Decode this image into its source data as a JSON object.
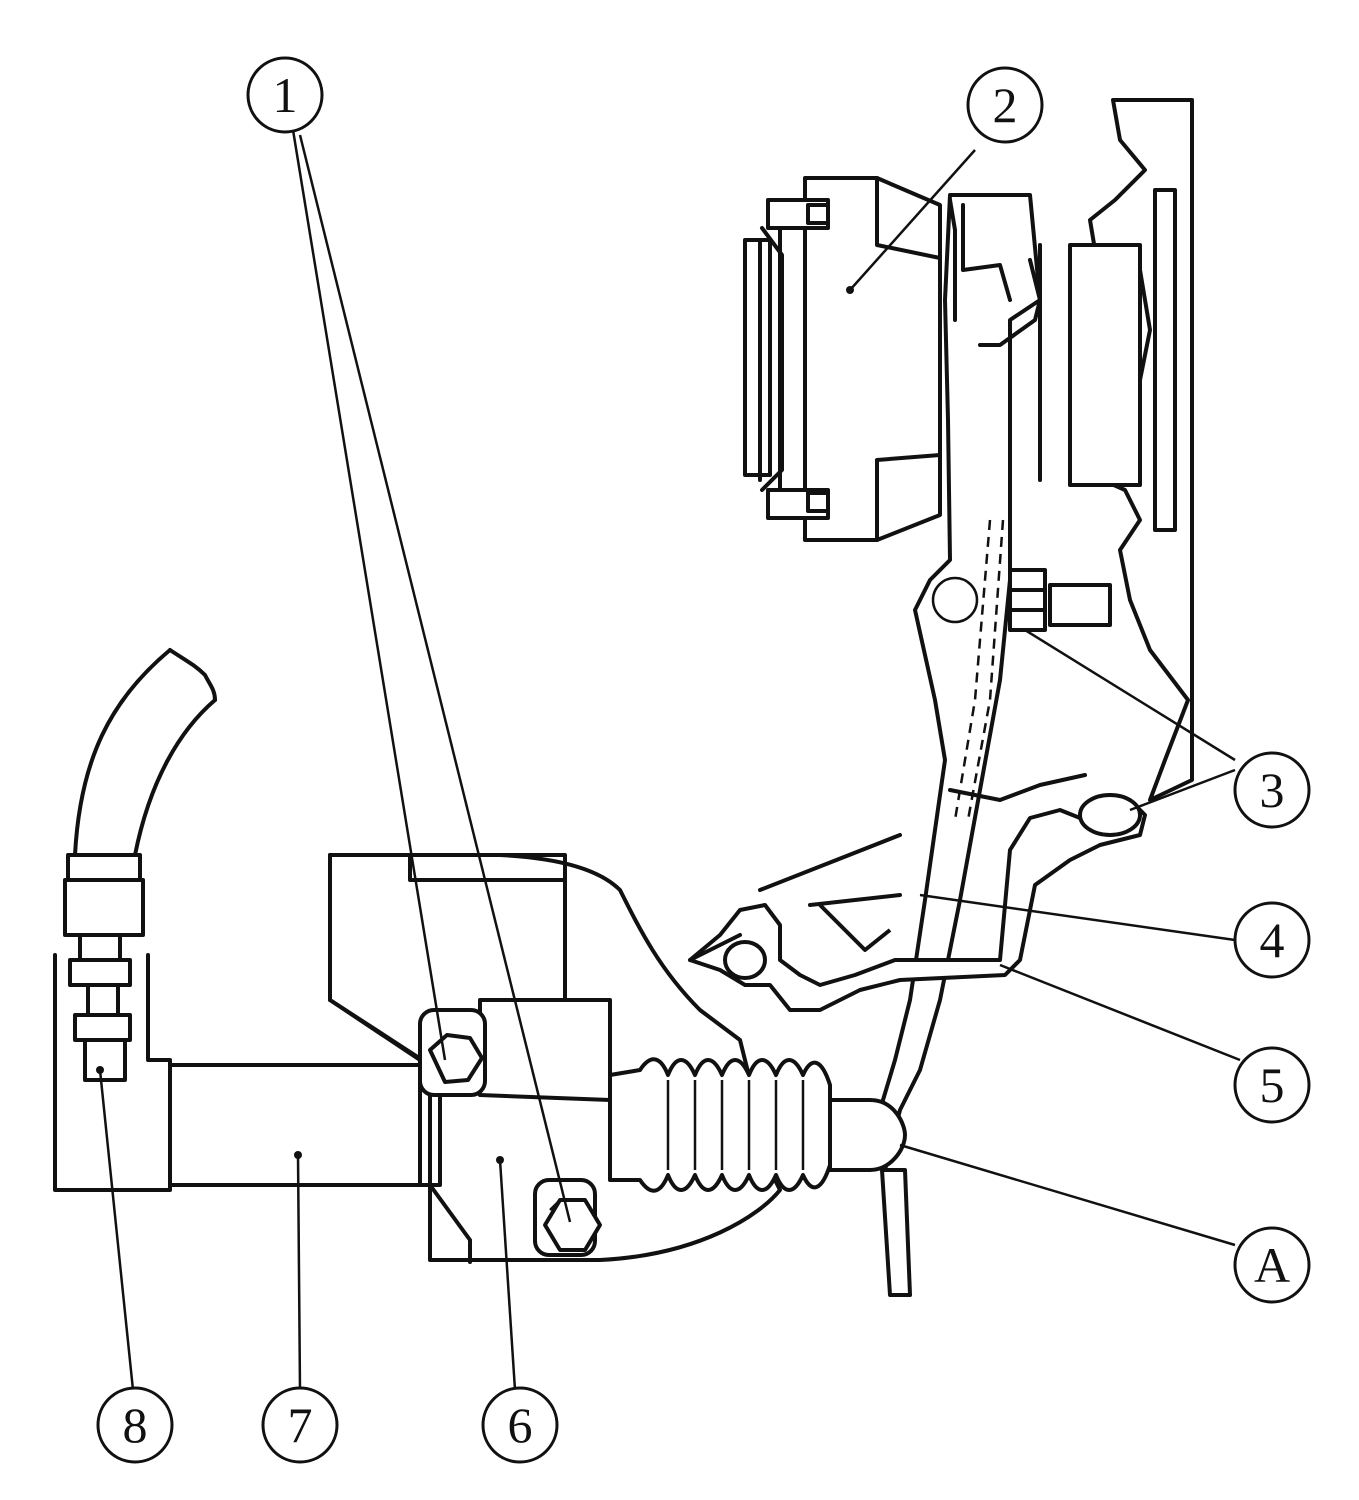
{
  "diagram": {
    "callouts": [
      {
        "id": "c1",
        "label": "1"
      },
      {
        "id": "c2",
        "label": "2"
      },
      {
        "id": "c3",
        "label": "3"
      },
      {
        "id": "c4",
        "label": "4"
      },
      {
        "id": "c5",
        "label": "5"
      },
      {
        "id": "cA",
        "label": "A"
      },
      {
        "id": "c6",
        "label": "6"
      },
      {
        "id": "c7",
        "label": "7"
      },
      {
        "id": "c8",
        "label": "8"
      }
    ],
    "colors": {
      "line": "#111111",
      "background": "#ffffff",
      "hatch": "#111111"
    }
  }
}
